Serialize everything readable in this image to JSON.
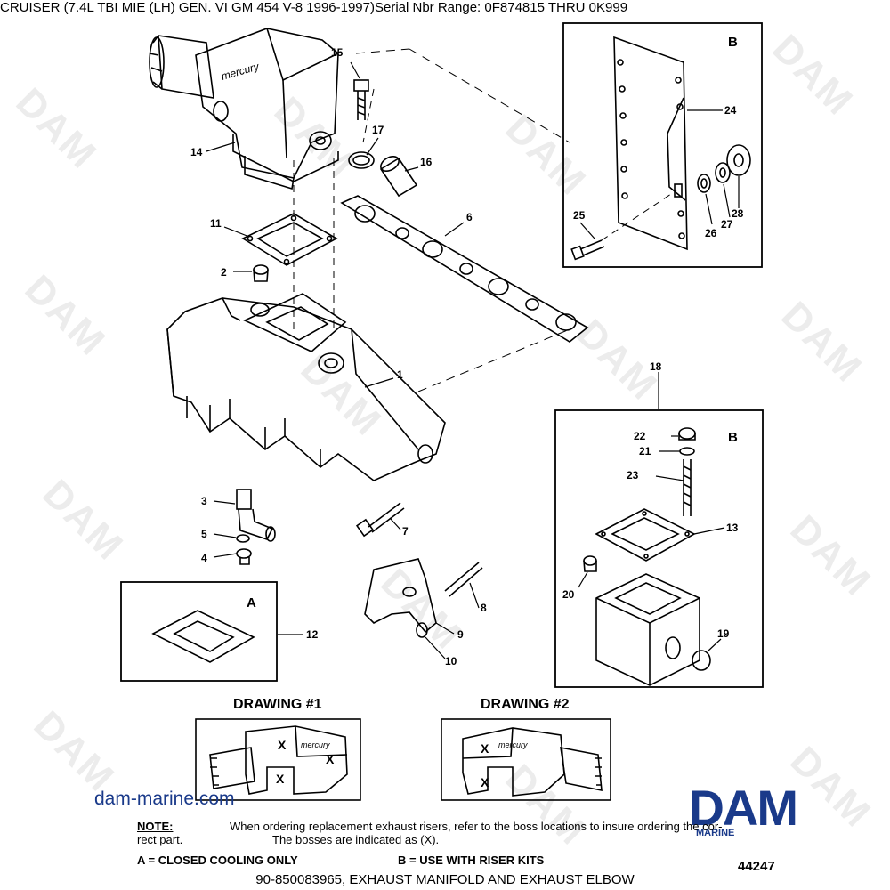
{
  "header": {
    "title": "CRUISER (7.4L TBI MIE (LH) GEN. VI    GM 454 V-8 1996-1997)Serial Nbr Range: 0F874815 THRU 0K999"
  },
  "watermark": "DAM",
  "callouts": {
    "c1": "1",
    "c2": "2",
    "c3": "3",
    "c4": "4",
    "c5": "5",
    "c6": "6",
    "c7": "7",
    "c8": "8",
    "c9": "9",
    "c10": "10",
    "c11": "11",
    "c12": "12",
    "c13": "13",
    "c14": "14",
    "c15": "15",
    "c16": "16",
    "c17": "17",
    "c18": "18",
    "c19": "19",
    "c20": "20",
    "c21": "21",
    "c22": "22",
    "c23": "23",
    "c24": "24",
    "c25": "25",
    "c26": "26",
    "c27": "27",
    "c28": "28"
  },
  "boxes": {
    "top_right_letter": "B",
    "mid_right_letter": "B",
    "left_letter": "A"
  },
  "drawings": {
    "d1_title": "DRAWING #1",
    "d2_title": "DRAWING #2"
  },
  "site": "dam-marine.com",
  "note": {
    "label": "NOTE:",
    "line1": "When ordering replacement exhaust risers, refer to the boss locations to insure ordering the cor-",
    "line2": "rect part.",
    "line3": "The bosses are indicated as (X)."
  },
  "legend": {
    "a": "A = CLOSED COOLING ONLY",
    "b": "B = USE WITH RISER KITS"
  },
  "figure_number": "44247",
  "footer": "90-850083965, EXHAUST MANIFOLD AND EXHAUST ELBOW",
  "logo": {
    "text": "DAM",
    "sub": "MARINE",
    "color": "#1a3a8a"
  }
}
